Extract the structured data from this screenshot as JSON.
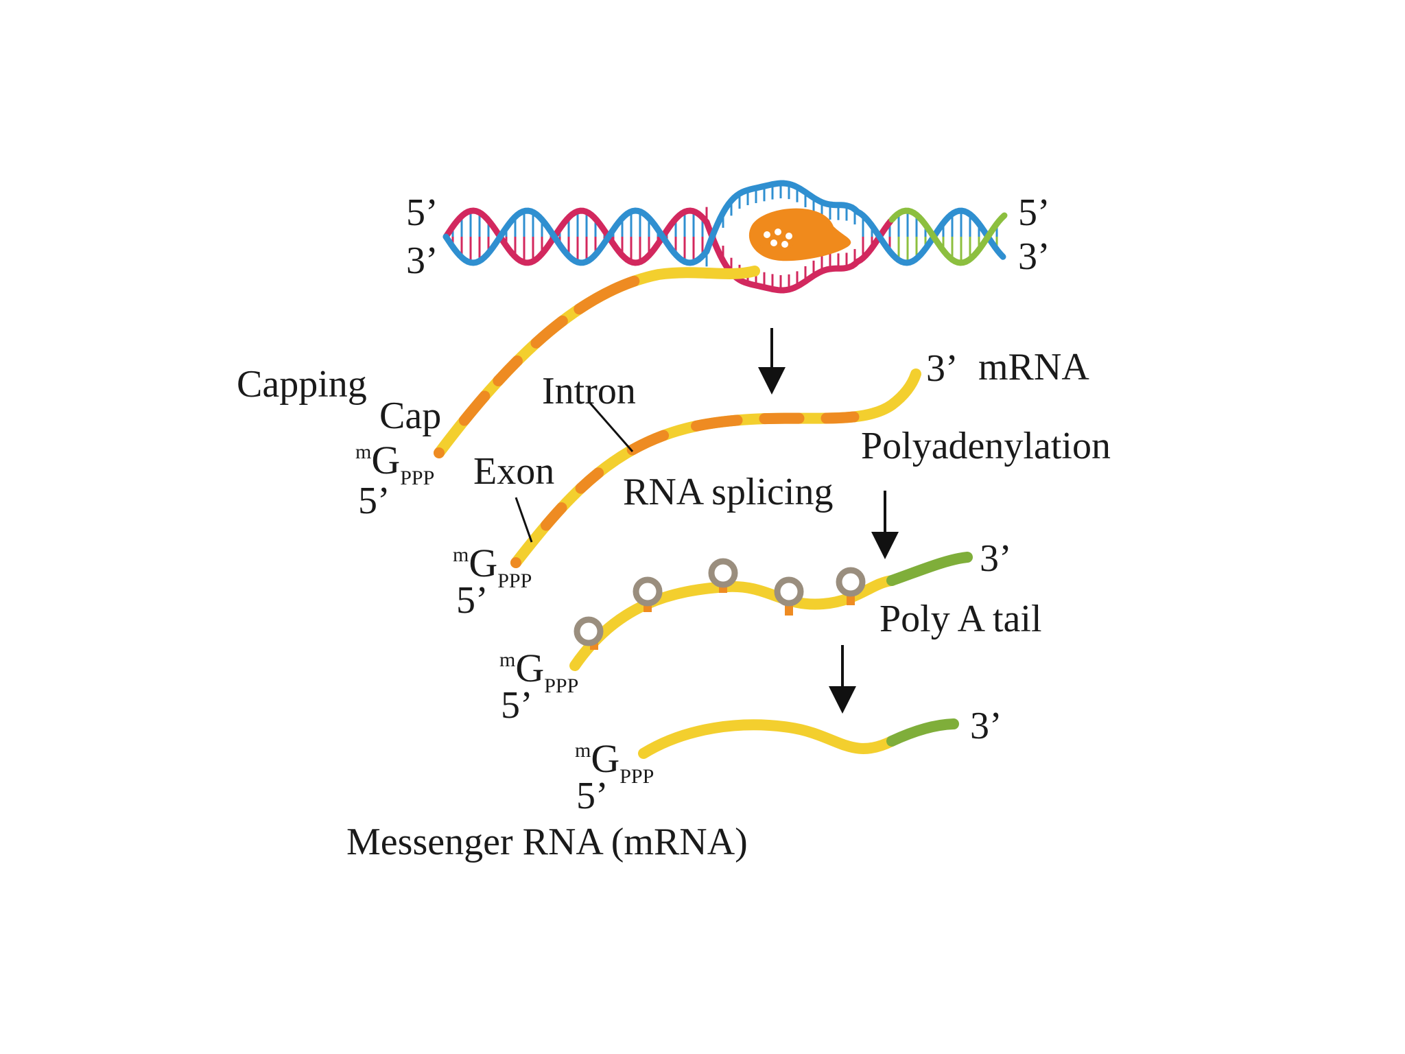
{
  "labels": {
    "five_prime": "5’",
    "three_prime": "3’",
    "capping": "Capping",
    "cap": "Cap",
    "intron": "Intron",
    "exon": "Exon",
    "rna_splicing": "RNA splicing",
    "mrna": "mRNA",
    "polyadenylation": "Polyadenylation",
    "poly_a_tail": "Poly A tail",
    "messenger_rna": "Messenger RNA (mRNA)",
    "cap_sup": "m",
    "cap_g": "G",
    "cap_sub": "PPP"
  },
  "colors": {
    "dna_strand_blue": "#2f8fd0",
    "dna_strand_red": "#d2285e",
    "dna_green": "#8cbf3f",
    "exon_yellow": "#f3cf2e",
    "intron_orange": "#ee8b22",
    "poly_a_green": "#7fae3a",
    "polymerase": "#f08a1c",
    "protein_ring": "#9a8e7e",
    "arrow": "#111111"
  },
  "icons": [
    "rna-polymerase-icon",
    "spliceosome-ring-icon",
    "down-arrow-icon"
  ]
}
